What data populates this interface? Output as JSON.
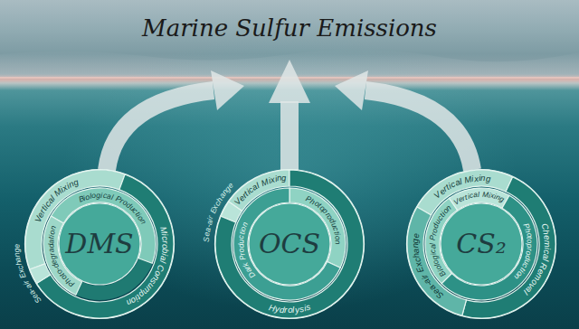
{
  "diagram": {
    "title": "Marine Sulfur Emissions",
    "nodes": [
      {
        "text": [
          "DMS"
        ]
      },
      {
        "text": [
          "Vertical Mixing"
        ],
        "in": 0
      },
      {
        "text": [
          "Biological Production"
        ],
        "in": 0
      },
      {
        "text": [
          "Microbial Consumption"
        ],
        "in": 0
      },
      {
        "text": [
          "Sea-air Exchange"
        ],
        "in": 0
      },
      {
        "text": [
          "Photo-degradation"
        ],
        "in": 0
      },
      {
        "text": [
          "OCS"
        ]
      },
      {
        "text": [
          "Sea-air Exchange"
        ],
        "in": 6
      },
      {
        "text": [
          "Vertical Mixing"
        ],
        "in": 6
      },
      {
        "text": [
          "Photoproduction"
        ],
        "in": 6
      },
      {
        "text": [
          "Dark Production"
        ],
        "in": 6
      },
      {
        "text": [
          "Hydrolysis"
        ],
        "in": 6
      },
      {
        "text": [
          "CS₂"
        ]
      },
      {
        "text": [
          "Vertical Mixing"
        ],
        "in": 12
      },
      {
        "text": [
          "Biological Production"
        ],
        "in": 12
      },
      {
        "text": [
          "Vertical Mixing"
        ],
        "in": 12
      },
      {
        "text": [
          "Photoproduction"
        ],
        "in": 12
      },
      {
        "text": [
          "Chemical Removal"
        ],
        "in": 12
      },
      {
        "text": [
          "Sea-air Exchange"
        ],
        "in": 12
      }
    ]
  }
}
